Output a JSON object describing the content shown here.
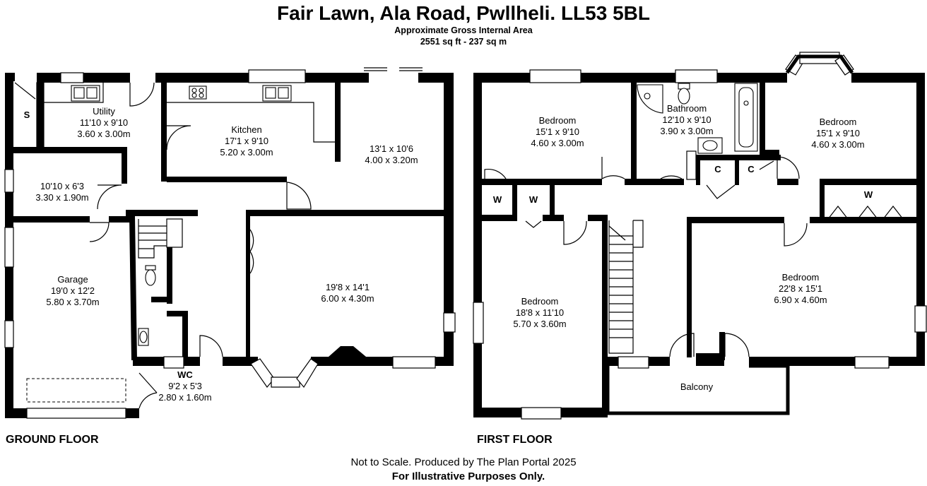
{
  "header": {
    "title": "Fair Lawn, Ala Road, Pwllheli. LL53 5BL",
    "area_label": "Approximate Gross Internal Area",
    "area_value": "2551 sq ft - 237 sq m"
  },
  "ground_floor": {
    "label": "GROUND FLOOR",
    "rooms": {
      "store": {
        "name": "S"
      },
      "utility": {
        "name": "Utility",
        "imperial": "11'10 x 9'10",
        "metric": "3.60 x 3.00m"
      },
      "kitchen": {
        "name": "Kitchen",
        "imperial": "17'1 x 9'10",
        "metric": "5.20 x 3.00m"
      },
      "dining": {
        "imperial": "13'1 x 10'6",
        "metric": "4.00 x 3.20m"
      },
      "hall_room": {
        "imperial": "10'10 x 6'3",
        "metric": "3.30 x 1.90m"
      },
      "garage": {
        "name": "Garage",
        "imperial": "19'0 x 12'2",
        "metric": "5.80 x 3.70m"
      },
      "living": {
        "imperial": "19'8 x 14'1",
        "metric": "6.00 x 4.30m"
      },
      "wc": {
        "name": "WC",
        "imperial": "9'2 x 5'3",
        "metric": "2.80 x 1.60m"
      }
    }
  },
  "first_floor": {
    "label": "FIRST FLOOR",
    "rooms": {
      "bedroom_1": {
        "name": "Bedroom",
        "imperial": "15'1 x 9'10",
        "metric": "4.60 x 3.00m"
      },
      "bathroom": {
        "name": "Bathroom",
        "imperial": "12'10 x 9'10",
        "metric": "3.90 x 3.00m"
      },
      "bedroom_2": {
        "name": "Bedroom",
        "imperial": "15'1 x 9'10",
        "metric": "4.60 x 3.00m"
      },
      "bedroom_3": {
        "name": "Bedroom",
        "imperial": "18'8 x 11'10",
        "metric": "5.70 x 3.60m"
      },
      "bedroom_4": {
        "name": "Bedroom",
        "imperial": "22'8 x 15'1",
        "metric": "6.90 x 4.60m"
      },
      "balcony": {
        "name": "Balcony"
      },
      "cupboard_1": {
        "name": "C"
      },
      "cupboard_2": {
        "name": "C"
      },
      "wardrobe_1": {
        "name": "W"
      },
      "wardrobe_2": {
        "name": "W"
      },
      "wardrobe_3": {
        "name": "W"
      }
    }
  },
  "footer": {
    "scale_note": "Not to Scale. Produced by The Plan Portal 2025",
    "disclaimer": "For Illustrative Purposes Only."
  }
}
